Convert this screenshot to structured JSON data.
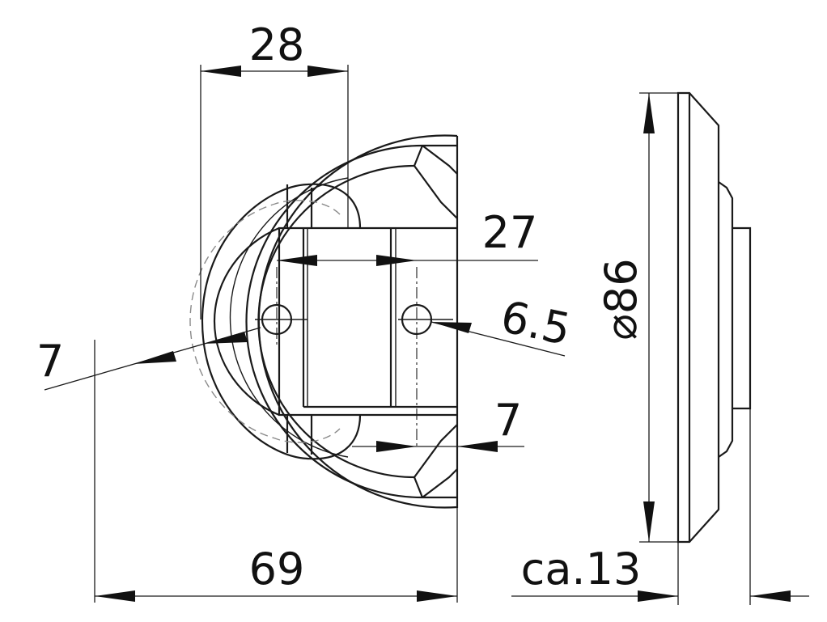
{
  "dimensions": {
    "top_width": "28",
    "slot_width": "27",
    "hole_diameter": "6.5",
    "left_offset": "7",
    "bottom_offset": "7",
    "overall_width": "69",
    "diameter": "⌀86",
    "thickness": "ca.13"
  },
  "colors": {
    "line": "#1a1a1a",
    "hidden_line": "#8a8a8a",
    "background": "#ffffff"
  }
}
